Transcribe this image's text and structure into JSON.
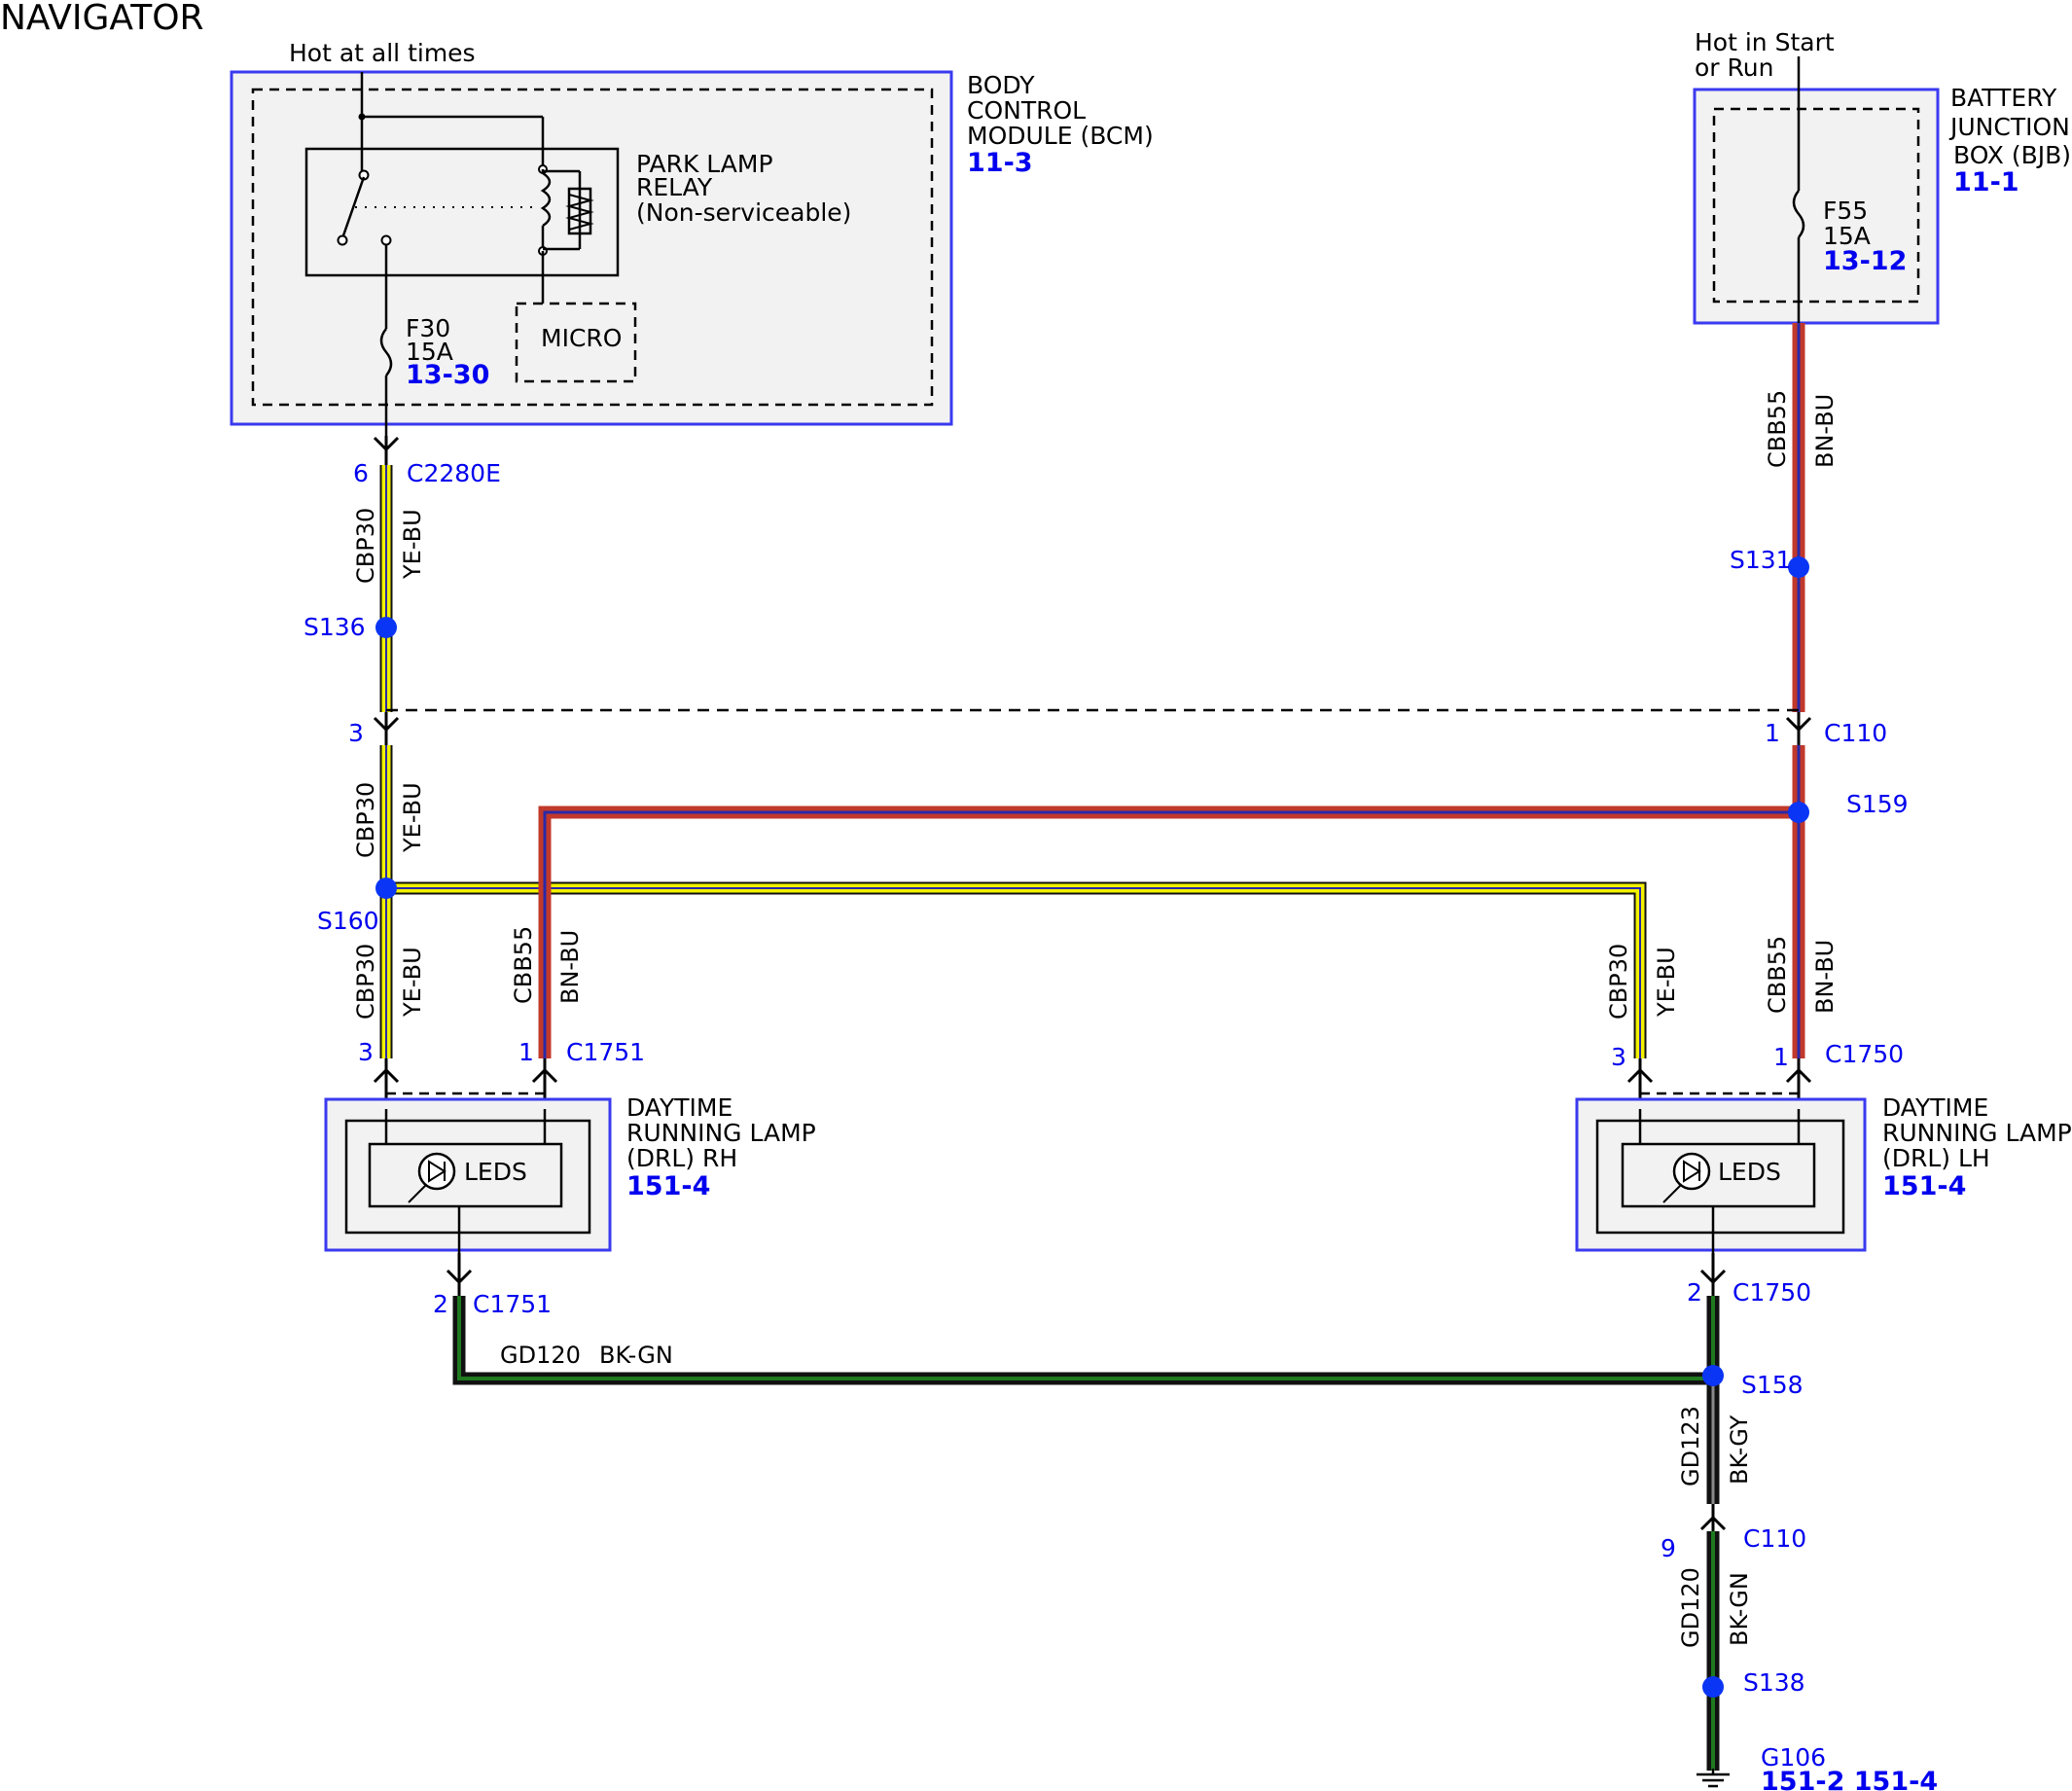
{
  "title": "NAVIGATOR",
  "colors": {
    "module_fill": "#f2f2f2",
    "module_border": "#3a3af0",
    "splice": "#0a35f5",
    "blue_text": "#0000ee",
    "ye": "#f2f200",
    "bu": "#2a2aa8",
    "bn": "#c0392b",
    "bk": "#111111",
    "gn": "#1f7a1f"
  },
  "power": {
    "hot_at_all_times": "Hot at all times",
    "hot_start_line1": "Hot in Start",
    "hot_start_line2": "or Run"
  },
  "bcm": {
    "name_lines": [
      "BODY",
      "CONTROL",
      "MODULE (BCM)"
    ],
    "ref": "11-3",
    "relay_lines": [
      "PARK LAMP",
      "RELAY",
      "(Non-serviceable)"
    ],
    "micro": "MICRO",
    "fuse": {
      "name": "F30",
      "rating": "15A",
      "ref": "13-30"
    }
  },
  "bjb": {
    "name_lines": [
      "BATTERY",
      "JUNCTION",
      "BOX (BJB)"
    ],
    "ref": "11-1",
    "fuse": {
      "name": "F55",
      "rating": "15A",
      "ref": "13-12"
    }
  },
  "drl_rh": {
    "name_lines": [
      "DAYTIME",
      "RUNNING LAMP",
      "(DRL) RH"
    ],
    "ref": "151-4",
    "leds": "LEDS"
  },
  "drl_lh": {
    "name_lines": [
      "DAYTIME",
      "RUNNING LAMP",
      "(DRL) LH"
    ],
    "ref": "151-4",
    "leds": "LEDS"
  },
  "connectors": [
    {
      "pin": "6",
      "name": "C2280E"
    },
    {
      "pin": "3",
      "name": ""
    },
    {
      "pin": "1",
      "name": "C110"
    },
    {
      "pin": "3",
      "name": ""
    },
    {
      "pin": "1",
      "name": "C1751"
    },
    {
      "pin": "3",
      "name": ""
    },
    {
      "pin": "1",
      "name": "C1750"
    },
    {
      "pin": "2",
      "name": "C1751"
    },
    {
      "pin": "2",
      "name": "C1750"
    },
    {
      "pin": "9",
      "name": "C110"
    }
  ],
  "splices": [
    "S136",
    "S160",
    "S131",
    "S159",
    "S158",
    "S138"
  ],
  "wires": [
    {
      "circuit": "CBP30",
      "color": "YE-BU"
    },
    {
      "circuit": "CBP30",
      "color": "YE-BU"
    },
    {
      "circuit": "CBP30",
      "color": "YE-BU"
    },
    {
      "circuit": "CBB55",
      "color": "BN-BU"
    },
    {
      "circuit": "CBB55",
      "color": "BN-BU"
    },
    {
      "circuit": "CBP30",
      "color": "YE-BU"
    },
    {
      "circuit": "CBB55",
      "color": "BN-BU"
    },
    {
      "circuit": "GD120",
      "color": "BK-GN"
    },
    {
      "circuit": "GD123",
      "color": "BK-GY"
    },
    {
      "circuit": "GD120",
      "color": "BK-GN"
    }
  ],
  "ground": {
    "name": "G106",
    "refs": "151-2 151-4"
  }
}
